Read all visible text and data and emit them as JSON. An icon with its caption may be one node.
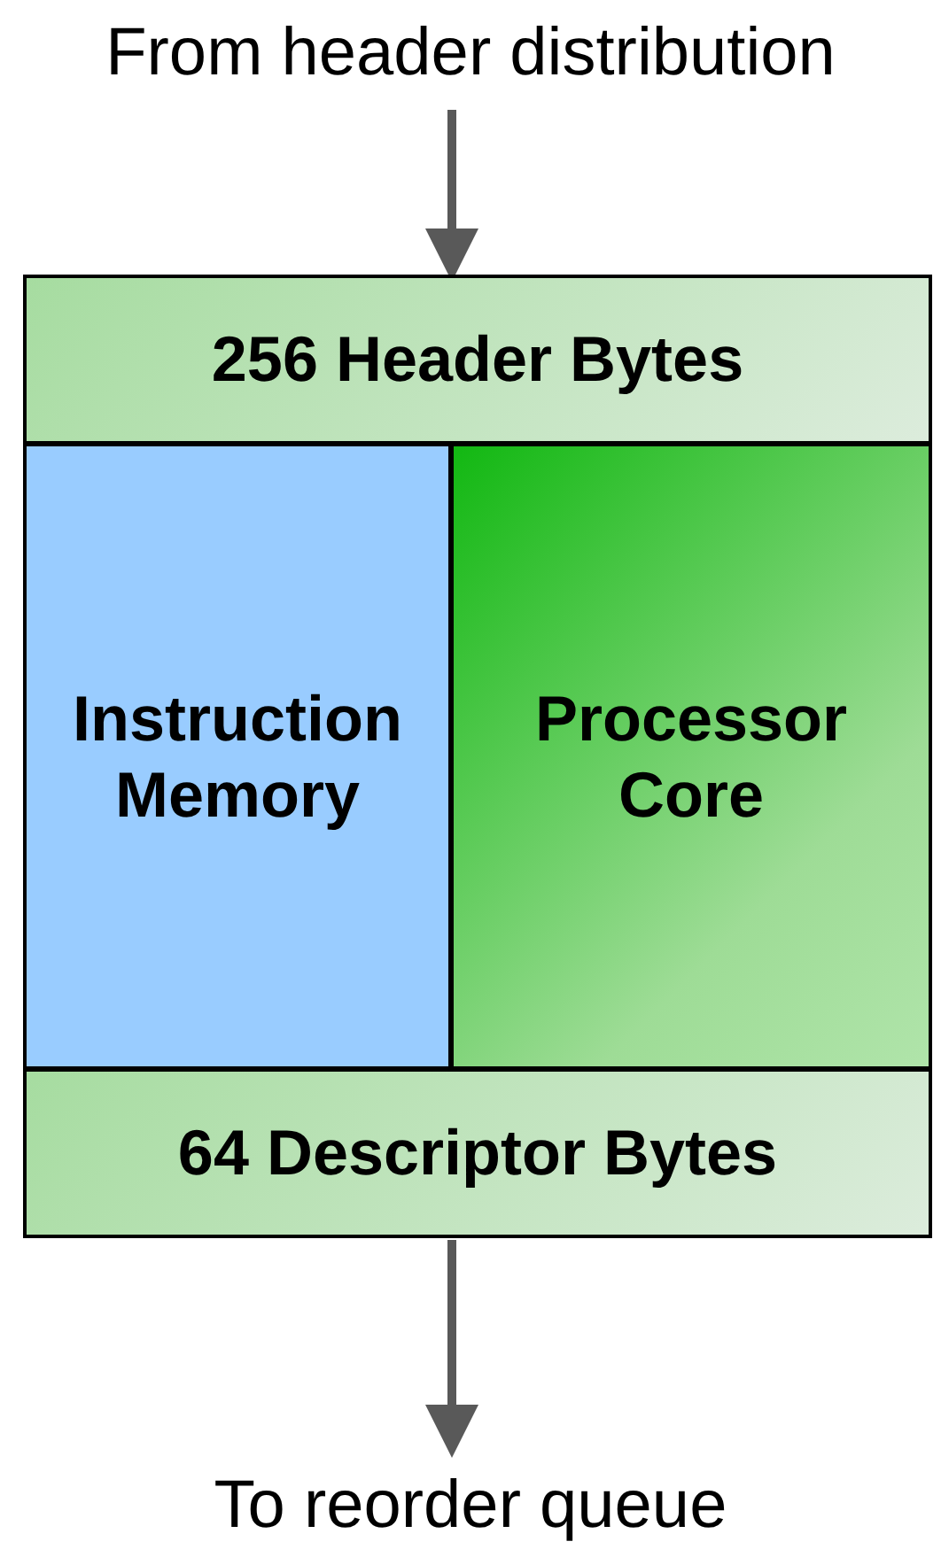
{
  "diagram": {
    "nodes": [
      {
        "text": [
          "From header distribution"
        ]
      },
      {
        "text": [
          "256 Header Bytes"
        ]
      },
      {
        "text": [
          "Instruction Memory"
        ]
      },
      {
        "text": [
          "Processor Core"
        ]
      },
      {
        "text": [
          "64 Descriptor Bytes"
        ]
      },
      {
        "text": [
          "To reorder queue"
        ]
      }
    ],
    "edges": [
      {
        "from": 0,
        "to": 1,
        "arrow": "to"
      },
      {
        "from": 4,
        "to": 5,
        "arrow": "to"
      }
    ]
  }
}
